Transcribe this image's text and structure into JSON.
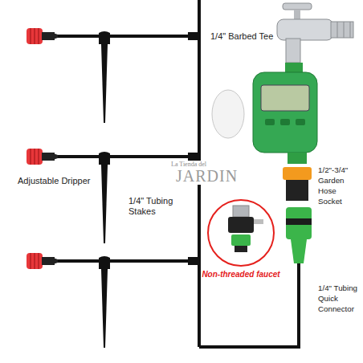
{
  "diagram": {
    "nodes": [
      {
        "text": [
          "Non-threaded faucet"
        ]
      }
    ],
    "labels": [
      "1/4\" Barbed Tee",
      "Adjustable Dripper",
      "La Tienda del",
      "JARDIN",
      "1/4\" Tubing Stakes",
      "1/2\"-3/4\" Garden Hose Socket",
      "1/4\" Tubing Quick Connector"
    ]
  }
}
